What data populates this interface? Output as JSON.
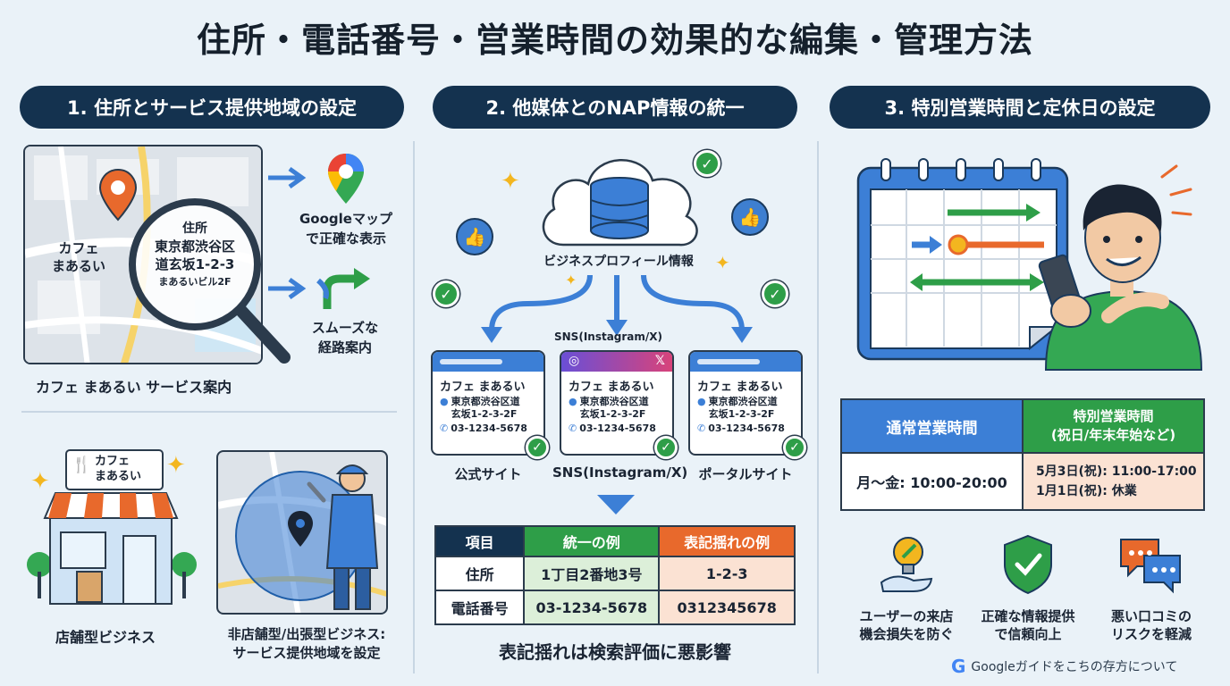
{
  "title": "住所・電話番号・営業時間の効果的な編集・管理方法",
  "sections": {
    "s1": {
      "header": "1. 住所とサービス提供地域の設定",
      "map_place": "カフェ\nまあるい",
      "magnifier_lines": [
        "住所",
        "東京都渋谷区",
        "道玄坂1-2-3",
        "まあるいビル2F"
      ],
      "google_maps_label": "Googleマップ\nで正確な表示",
      "route_label": "スムーズな\n経路案内",
      "card_caption": "カフェ まあるい サービス案内",
      "store_sign": "カフェ\nまあるい",
      "store_caption": "店舗型ビジネス",
      "service_caption": "非店舗型/出張型ビジネス:\nサービス提供地域を設定"
    },
    "s2": {
      "header": "2. 他媒体とのNAP情報の統一",
      "cloud_label": "ビジネスプロフィール情報",
      "sns_top_label": "SNS(Instagram/X)",
      "sites": [
        {
          "name": "カフェ まあるい",
          "address": "東京都渋谷区道\n玄坂1-2-3-2F",
          "phone": "03-1234-5678",
          "caption": "公式サイト"
        },
        {
          "name": "カフェ まあるい",
          "address": "東京都渋谷区道\n玄坂1-2-3-2F",
          "phone": "03-1234-5678",
          "caption": "SNS(Instagram/X)"
        },
        {
          "name": "カフェ まあるい",
          "address": "東京都渋谷区道\n玄坂1-2-3-2F",
          "phone": "03-1234-5678",
          "caption": "ポータルサイト"
        }
      ],
      "table": {
        "headers": [
          "項目",
          "統一の例",
          "表記揺れの例"
        ],
        "rows": [
          [
            "住所",
            "1丁目2番地3号",
            "1-2-3"
          ],
          [
            "電話番号",
            "03-1234-5678",
            "0312345678"
          ]
        ]
      },
      "footer": "表記揺れは検索評価に悪影響"
    },
    "s3": {
      "header": "3. 特別営業時間と定休日の設定",
      "hours": {
        "regular_header": "通常営業時間",
        "special_header": "特別営業時間\n(祝日/年末年始など)",
        "regular_value": "月～金: 10:00-20:00",
        "special_value": "5月3日(祝): 11:00-17:00\n1月1日(祝): 休業"
      },
      "benefits": [
        {
          "text": "ユーザーの来店\n機会損失を防ぐ",
          "icon": "lightbulb-hand-icon"
        },
        {
          "text": "正確な情報提供\nで信頼向上",
          "icon": "shield-check-icon"
        },
        {
          "text": "悪い口コミの\nリスクを軽減",
          "icon": "chat-bubbles-icon"
        }
      ],
      "footnote": "Googleガイドをこちの存方について"
    }
  },
  "colors": {
    "navy": "#14324f",
    "blue": "#3c7fd6",
    "green": "#2e9e48",
    "orange": "#e8692c",
    "light_green": "#dcefd9",
    "light_orange": "#fbe2d3"
  }
}
